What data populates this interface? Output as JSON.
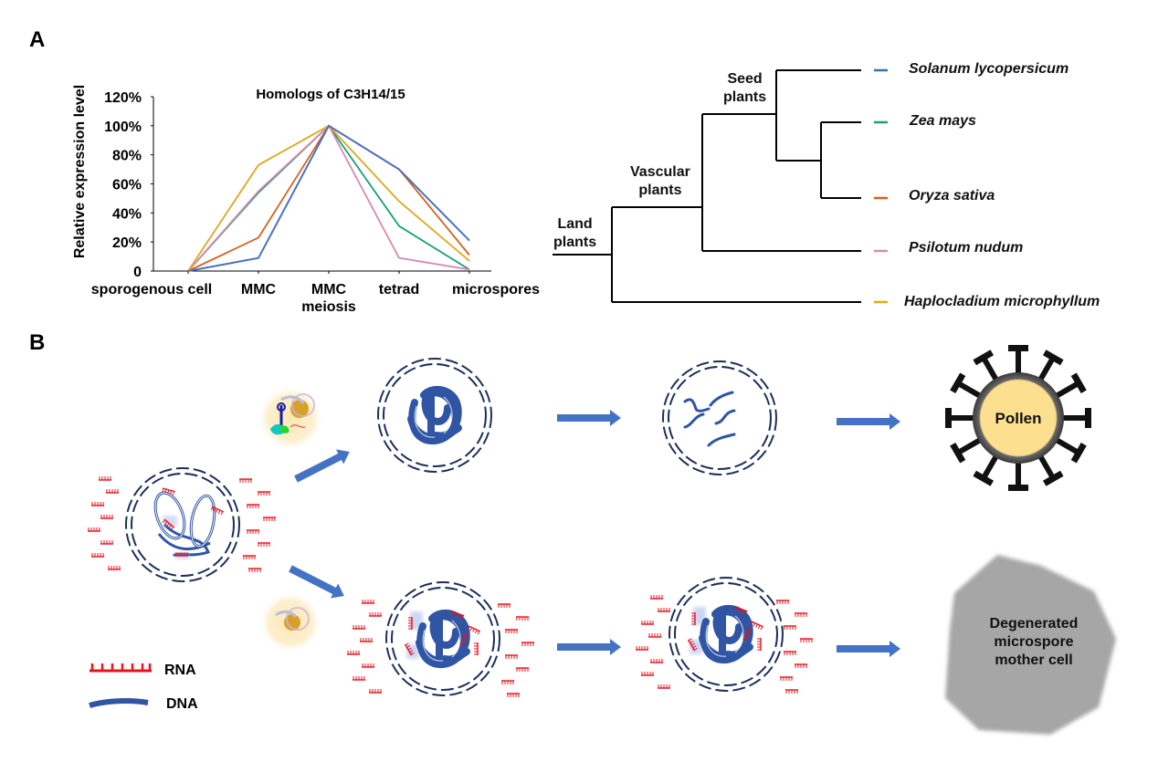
{
  "panels": {
    "a_label": "A",
    "b_label": "B"
  },
  "chart_data": {
    "type": "line",
    "title": "Homologs of C3H14/15",
    "xlabel": "",
    "ylabel": "Relative expression level",
    "categories": [
      "sporogenous cell",
      "MMC",
      "MMC meiosis",
      "tetrad",
      "microspores"
    ],
    "category_lines": [
      [
        "sporogenous cell"
      ],
      [
        "MMC"
      ],
      [
        "MMC",
        "meiosis"
      ],
      [
        "tetrad"
      ],
      [
        "microspores"
      ]
    ],
    "y_ticks": [
      "0",
      "20%",
      "40%",
      "60%",
      "80%",
      "100%",
      "120%"
    ],
    "y_tick_values": [
      0,
      20,
      40,
      60,
      80,
      100,
      120
    ],
    "ylim": [
      0,
      120
    ],
    "grid": false,
    "legend": "none (species colors shown in tree)",
    "series": [
      {
        "name": "Solanum lycopersicum",
        "color": "#2e75b6",
        "values": [
          0,
          9,
          100,
          70,
          21
        ]
      },
      {
        "name": "Zea mays",
        "color": "#1a9e77",
        "values": [
          0,
          54,
          100,
          31,
          1
        ]
      },
      {
        "name": "Oryza sativa",
        "color": "#d4621c",
        "values": [
          0,
          23,
          100,
          70,
          11
        ]
      },
      {
        "name": "Psilotum nudum",
        "color": "#d48ab5",
        "values": [
          0,
          55,
          100,
          9,
          1
        ]
      },
      {
        "name": "Haplocladium microphyllum",
        "color": "#e0a81c",
        "values": [
          0,
          73,
          100,
          48,
          7
        ]
      },
      {
        "name": "line-blue-secondary",
        "color": "#4a6fc7",
        "values": [
          0,
          9,
          100,
          70,
          21
        ]
      }
    ]
  },
  "tree": {
    "clades": [
      {
        "id": "land",
        "label": [
          "Land",
          "plants"
        ]
      },
      {
        "id": "vascular",
        "label": [
          "Vascular",
          "plants"
        ]
      },
      {
        "id": "seed",
        "label": [
          "Seed",
          "plants"
        ]
      }
    ],
    "species": [
      {
        "name": "Solanum lycopersicum",
        "color": "#2e75b6"
      },
      {
        "name": "Zea mays",
        "color": "#1a9e77"
      },
      {
        "name": "Oryza sativa",
        "color": "#d4621c"
      },
      {
        "name": "Psilotum nudum",
        "color": "#d48ab5"
      },
      {
        "name": "Haplocladium microphyllum",
        "color": "#e0a81c"
      }
    ]
  },
  "diagram_b": {
    "pollen_label": "Pollen",
    "degenerated_label": [
      "Degenerated",
      "microspore",
      "mother cell"
    ],
    "legend": {
      "rna": "RNA",
      "dna": "DNA"
    },
    "colors": {
      "arrow": "#4472c4",
      "dna": "#2f55a4",
      "rna": "#e8141c",
      "membrane": "#1f2f5a",
      "pollen_fill": "#fde08f",
      "degenerated_fill": "#a6a6a6"
    }
  }
}
